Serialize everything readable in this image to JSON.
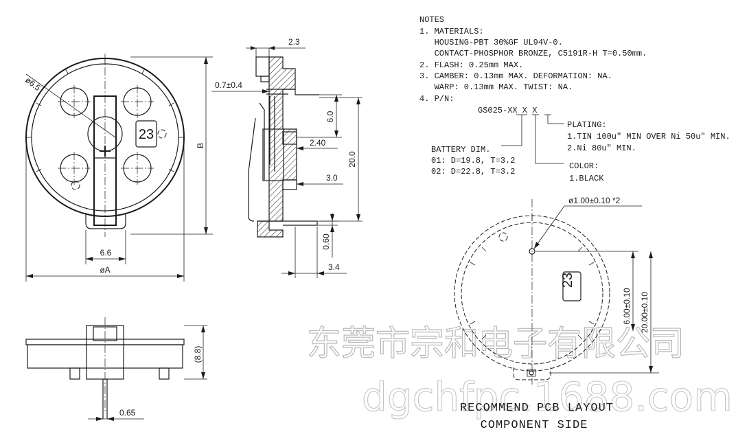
{
  "notes": {
    "heading": "NOTES",
    "lines": [
      "1. MATERIALS:",
      "   HOUSING-PBT 30%GF UL94V-0.",
      "   CONTACT-PHOSPHOR BRONZE, C5191R-H T=0.50mm.",
      "2. FLASH: 0.25mm MAX.",
      "3. CAMBER: 0.13mm MAX. DEFORMATION: NA.",
      "   WARP: 0.13mm MAX. TWIST: NA.",
      "4. P/N:"
    ]
  },
  "part_number": {
    "code": "GS025-XX X X",
    "plating_title": "PLATING:",
    "plating_1": "1.TIN 100u\" MIN OVER Ni 50u\" MIN.",
    "plating_2": "2.Ni 80u\" MIN.",
    "battery_title": "BATTERY DIM.",
    "battery_01": "01: D=19.8, T=3.2",
    "battery_02": "02: D=22.8, T=3.2",
    "color_title": "COLOR:",
    "color_1": "1.BLACK"
  },
  "dimensions": {
    "phi65": "ø6.5",
    "b": "B",
    "d66": "6.6",
    "phiA": "øA",
    "d23": "2.3",
    "d07": "0.7±0.4",
    "d60": "6.0",
    "d240": "2.40",
    "d200": "20.0",
    "d30": "3.0",
    "d060": "0.60",
    "d34": "3.4",
    "d88": "(8.8)",
    "d065": "0.65",
    "hole": "ø1.00±0.10 *2",
    "pcb_600": "6.00±0.10",
    "pcb_2000": "20.00±0.10"
  },
  "badge": "23",
  "pcb_title_1": "RECOMMEND PCB LAYOUT",
  "pcb_title_2": "COMPONENT SIDE",
  "watermark_1": "东莞市宗和电子有限公司",
  "watermark_2": "dgchfpc.1688.com"
}
